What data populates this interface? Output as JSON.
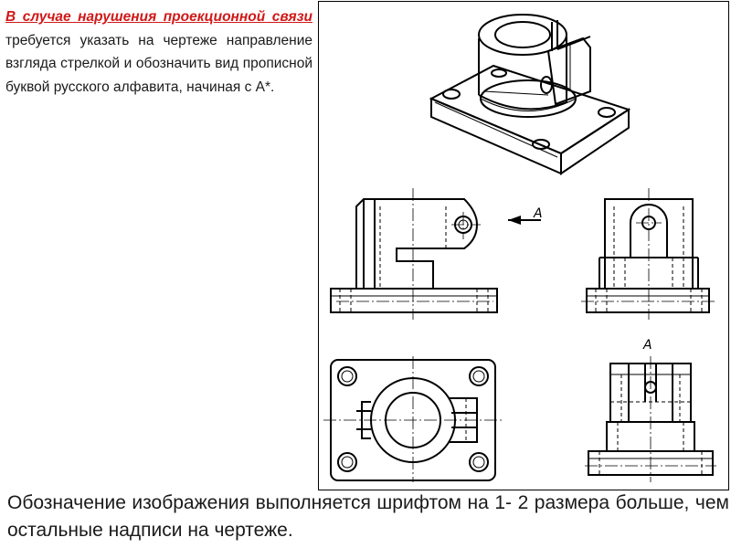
{
  "paragraph": {
    "red_part": "В случае нарушения проекционной связи",
    "rest": " требуется указать на чертеже направление взгляда стрелкой и обозначить вид прописной буквой русского алфавита, начиная с А*."
  },
  "footer": {
    "text": "Обозначение изображения выполняется шрифтом на 1- 2 размера больше, чем остальные надписи на  чертеже."
  },
  "drawing": {
    "arrow_label": "А",
    "view_label": "А"
  },
  "colors": {
    "emphasis": "#d01818",
    "text": "#1a1a1a",
    "lines": "#000000"
  }
}
